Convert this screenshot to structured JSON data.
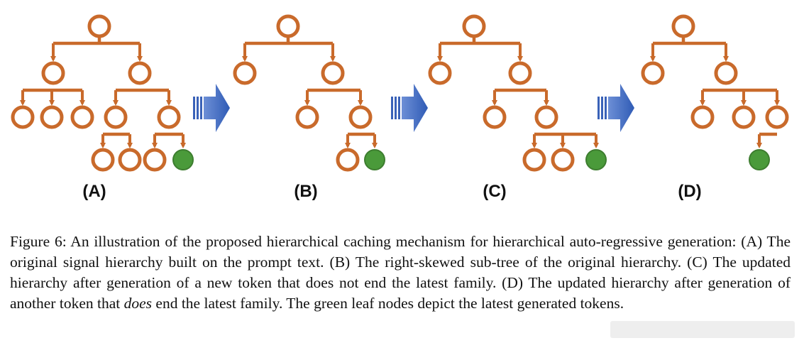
{
  "figure": {
    "panels": [
      {
        "id": "A",
        "label": "(A)"
      },
      {
        "id": "B",
        "label": "(B)"
      },
      {
        "id": "C",
        "label": "(C)"
      },
      {
        "id": "D",
        "label": "(D)"
      }
    ],
    "colors": {
      "node_stroke": "#c96a2b",
      "edge": "#c96a2b",
      "latest_leaf": "#4a9a3a",
      "arrow": "#3a6ac0"
    }
  },
  "caption": {
    "prefix": "Figure 6: An illustration of the proposed hierarchical caching mechanism for hierarchical auto-regressive generation: (A) The original signal hierarchy built on the prompt text. (B) The right-skewed sub-tree of the original hierarchy. (C) The updated hierarchy after generation of a new token that does not end the latest family. (D) The updated hierarchy after generation of another token that ",
    "emphasis": "does",
    "suffix": " end the latest family. The green leaf nodes depict the latest generated tokens."
  }
}
